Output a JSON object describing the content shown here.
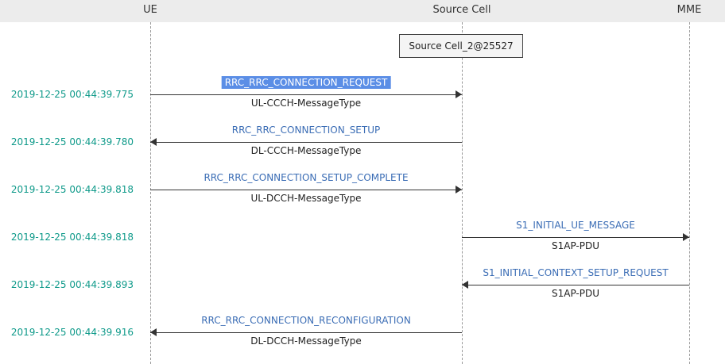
{
  "lifelines": [
    "UE",
    "Source Cell",
    "MME"
  ],
  "cell_box": "Source Cell_2@25527",
  "messages": [
    {
      "timestamp": "2019-12-25 00:44:39.775",
      "name": "RRC_RRC_CONNECTION_REQUEST",
      "type": "UL-CCCH-MessageType",
      "from": "UE",
      "to": "Source Cell",
      "highlighted": true
    },
    {
      "timestamp": "2019-12-25 00:44:39.780",
      "name": "RRC_RRC_CONNECTION_SETUP",
      "type": "DL-CCCH-MessageType",
      "from": "Source Cell",
      "to": "UE",
      "highlighted": false
    },
    {
      "timestamp": "2019-12-25 00:44:39.818",
      "name": "RRC_RRC_CONNECTION_SETUP_COMPLETE",
      "type": "UL-DCCH-MessageType",
      "from": "UE",
      "to": "Source Cell",
      "highlighted": false
    },
    {
      "timestamp": "2019-12-25 00:44:39.818",
      "name": "S1_INITIAL_UE_MESSAGE",
      "type": "S1AP-PDU",
      "from": "Source Cell",
      "to": "MME",
      "highlighted": false
    },
    {
      "timestamp": "2019-12-25 00:44:39.893",
      "name": "S1_INITIAL_CONTEXT_SETUP_REQUEST",
      "type": "S1AP-PDU",
      "from": "MME",
      "to": "Source Cell",
      "highlighted": false
    },
    {
      "timestamp": "2019-12-25 00:44:39.916",
      "name": "RRC_RRC_CONNECTION_RECONFIGURATION",
      "type": "DL-DCCH-MessageType",
      "from": "Source Cell",
      "to": "UE",
      "highlighted": false
    }
  ],
  "colors": {
    "timestamp": "#0f9a8a",
    "message": "#3b6db5",
    "highlight": "#5b8ee6"
  }
}
